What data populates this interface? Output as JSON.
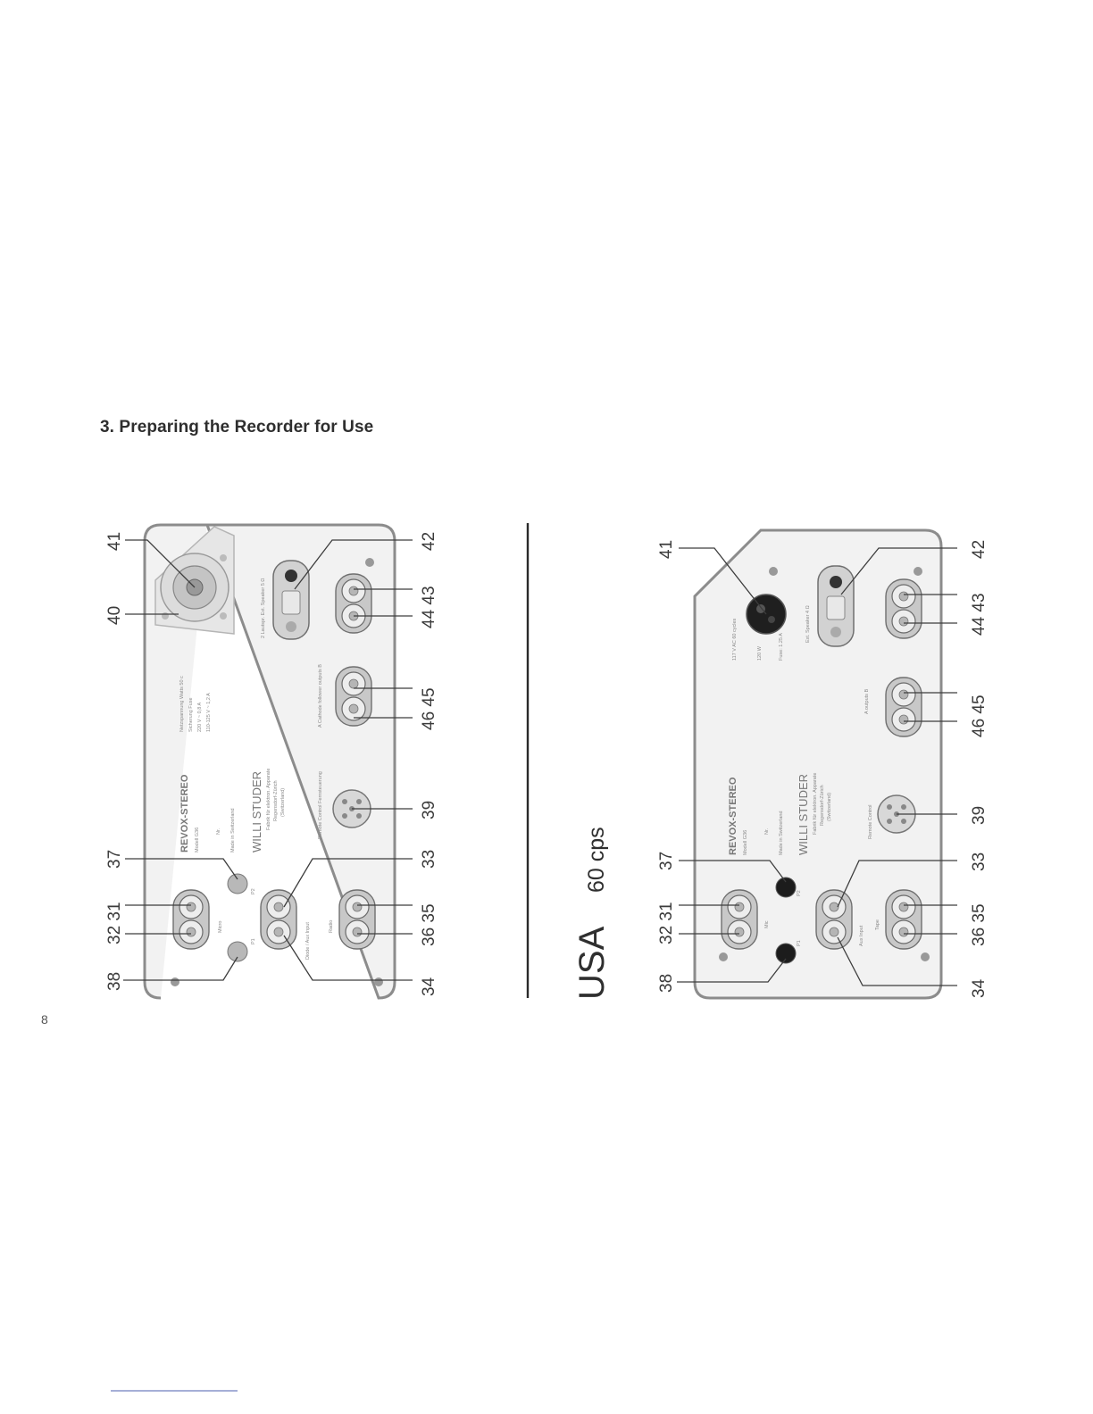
{
  "page_title": "3. Preparing the Recorder for Use",
  "page_number": "8",
  "usa_label": "USA",
  "freq_label": "60 cps",
  "panel_top": {
    "brand": "REVOX-STEREO",
    "model": "Modell G36",
    "nr": "Nr.",
    "made_in": "Made in Switzerland",
    "maker": "WILLI STUDER",
    "maker_sub": [
      "Fabrik für elektron. Apparate",
      "Regensdorf-Zürich",
      "(Switzerland)"
    ],
    "specs": [
      "Netzspannung Watts 50 c",
      "Sicherung Fuse",
      "220 V ~   0,8 A",
      "110-125 V ~  1,2 A"
    ],
    "labels": [
      "Micro",
      "P1",
      "P2",
      "Diode / Aux Input",
      "Radio",
      "Remote Control Fernsteuerung",
      "A  Cathode follower outputs  B",
      "2 Lautspr.  Ext. Speaker 5 Ω"
    ],
    "callouts_top": [
      "38",
      "32 31",
      "37",
      "40",
      "41"
    ],
    "callouts_bottom": [
      "34",
      "36 35",
      "33",
      "39",
      "46 45",
      "44 43",
      "42"
    ]
  },
  "panel_bottom": {
    "brand": "REVOX-STEREO",
    "model": "Modell G36",
    "nr": "Nr.",
    "made_in": "Made in Switzerland",
    "maker": "WILLI STUDER",
    "maker_sub": [
      "Fabrik für elektron. Apparate",
      "Regensdorf-Zürich",
      "(Switzerland)"
    ],
    "specs": [
      "117 V AC 60 cycles",
      "120 W",
      "Fuse: 1.25 A"
    ],
    "labels": [
      "Mic",
      "P1",
      "P2",
      "Aux Input",
      "Tape",
      "Remote Control",
      "A  outputs  B",
      "Ext. Speaker 4 Ω"
    ],
    "callouts_top": [
      "38",
      "32 31",
      "37",
      "41"
    ],
    "callouts_bottom": [
      "34",
      "36 35",
      "33",
      "39",
      "46 45",
      "44 43",
      "42"
    ]
  }
}
